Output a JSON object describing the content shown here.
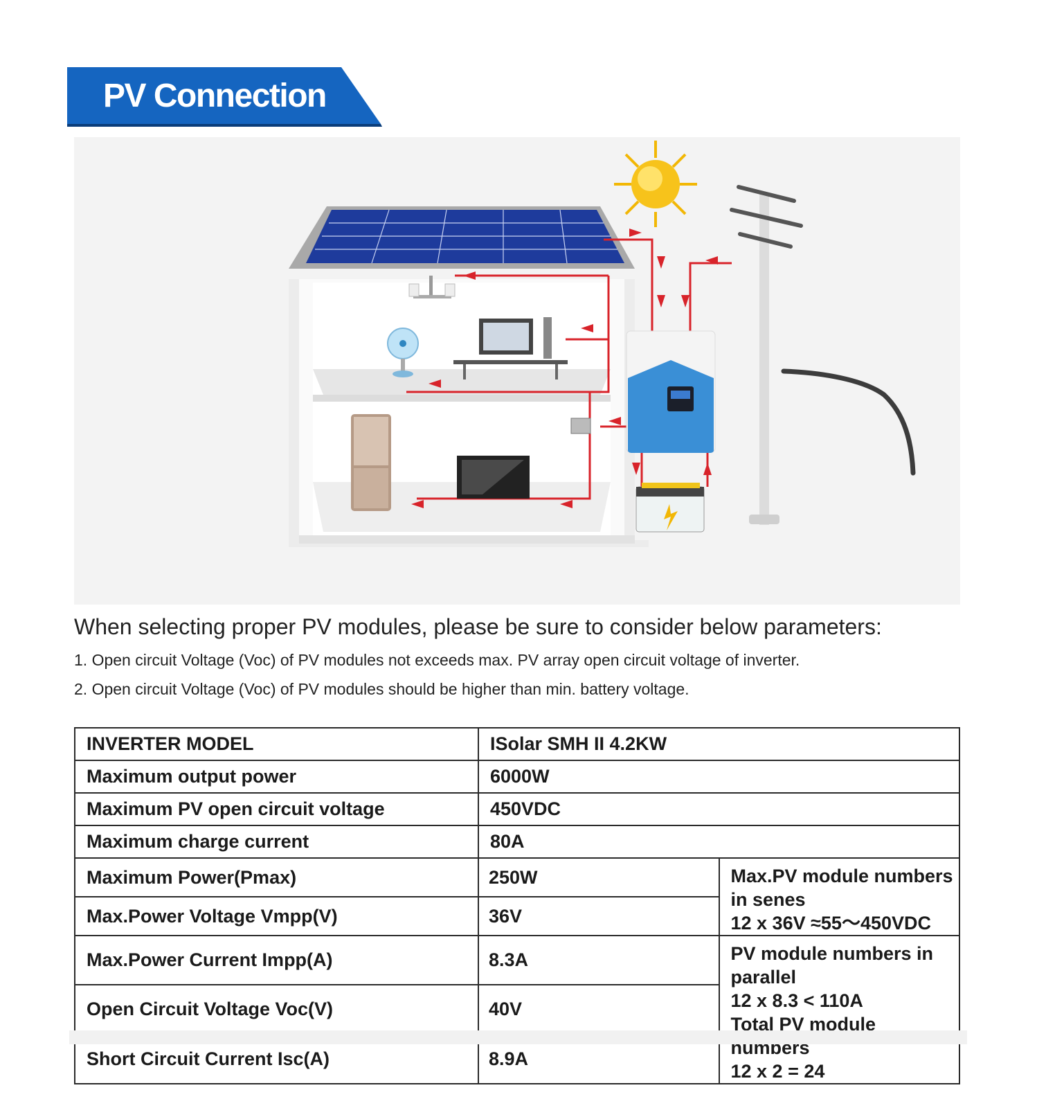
{
  "header": {
    "title": "PV Connection",
    "color_primary": "#1565c0",
    "color_shadow": "#0a3d7a"
  },
  "diagram": {
    "components": [
      "solar-panel-icon",
      "sun-icon",
      "utility-pole-icon",
      "inverter-icon",
      "battery-icon",
      "lamp-icon",
      "fan-icon",
      "computer-icon",
      "refrigerator-icon",
      "tv-icon",
      "breaker-icon"
    ],
    "wire_color": "#d8232a",
    "inverter_color": "#3a8fd6"
  },
  "text": {
    "intro": "When selecting proper PV modules, please be sure to consider below parameters:",
    "note1": "1. Open circuit Voltage (Voc) of PV modules not exceeds max. PV array open circuit voltage of inverter.",
    "note2": "2. Open circuit Voltage (Voc) of PV modules should be higher than min. battery voltage."
  },
  "table": {
    "rows": [
      {
        "label": "INVERTER MODEL",
        "value": "ISolar SMH II 4.2KW"
      },
      {
        "label": "Maximum output power",
        "value": "6000W"
      },
      {
        "label": "Maximum PV open circuit voltage",
        "value": "450VDC"
      },
      {
        "label": "Maximum charge current",
        "value": "80A"
      },
      {
        "label": "Maximum Power(Pmax)",
        "value": "250W"
      },
      {
        "label": "Max.Power Voltage Vmpp(V)",
        "value": "36V"
      },
      {
        "label": "Max.Power Current Impp(A)",
        "value": "8.3A"
      },
      {
        "label": "Open Circuit Voltage Voc(V)",
        "value": "40V"
      },
      {
        "label": "Short Circuit Current Isc(A)",
        "value": "8.9A"
      }
    ],
    "series_note": {
      "line1": "Max.PV module numbers in senes",
      "line2": "12 x 36V ≈55～450VDC"
    },
    "parallel_note": {
      "line1": "PV module numbers in parallel",
      "line2": "12 x 8.3 < 110A",
      "line3": "Total PV module numbers",
      "line4": "12 x 2 = 24"
    },
    "model_value_color": "#c62026"
  }
}
